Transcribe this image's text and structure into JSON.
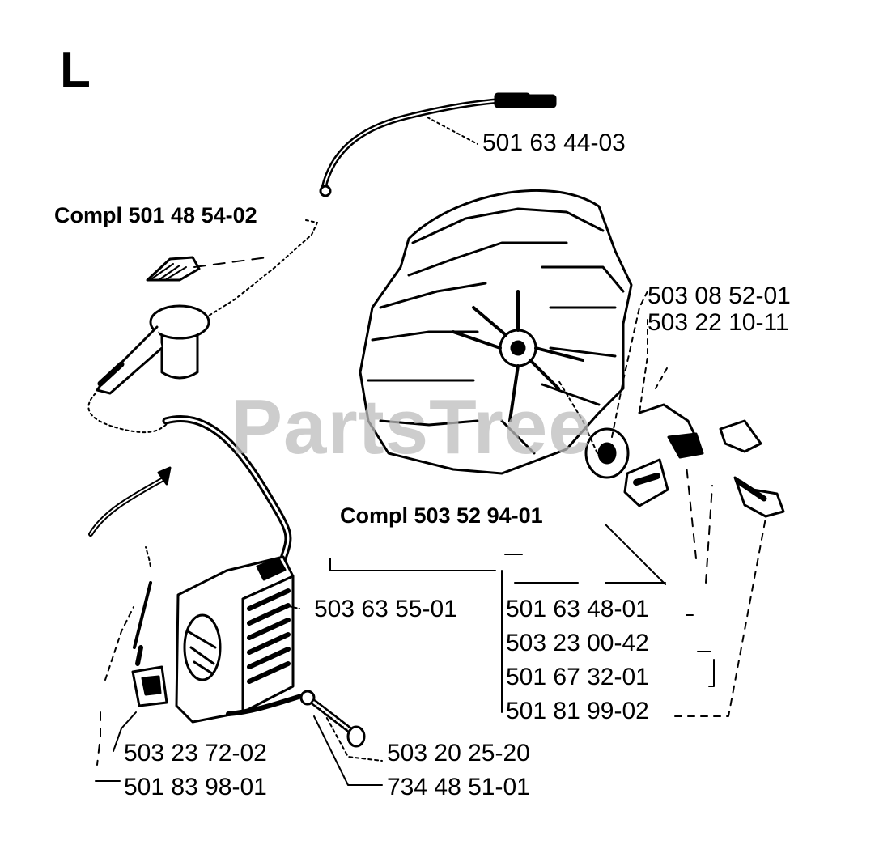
{
  "section": "L",
  "watermark": "PartsTree",
  "colors": {
    "line": "#000000",
    "watermark": "#bdbdbd",
    "background": "#ffffff"
  },
  "parts": {
    "ignition_cable": "501 63 44-03",
    "plug_cap_complete": "Compl 501 48 54-02",
    "flywheel_complete": "Compl 503 52 94-01",
    "part_503_08_52_01": "503 08 52-01",
    "part_503_22_10_11": "503 22 10-11",
    "ignition_module": "503 63 55-01",
    "part_501_63_48_01": "501 63 48-01",
    "part_503_23_00_42": "503 23 00-42",
    "part_501_67_32_01": "501 67 32-01",
    "part_501_81_99_02": "501 81 99-02",
    "part_503_23_72_02": "503 23 72-02",
    "part_501_83_98_01": "501 83 98-01",
    "part_503_20_25_20": "503 20 25-20",
    "part_734_48_51_01": "734 48 51-01"
  }
}
